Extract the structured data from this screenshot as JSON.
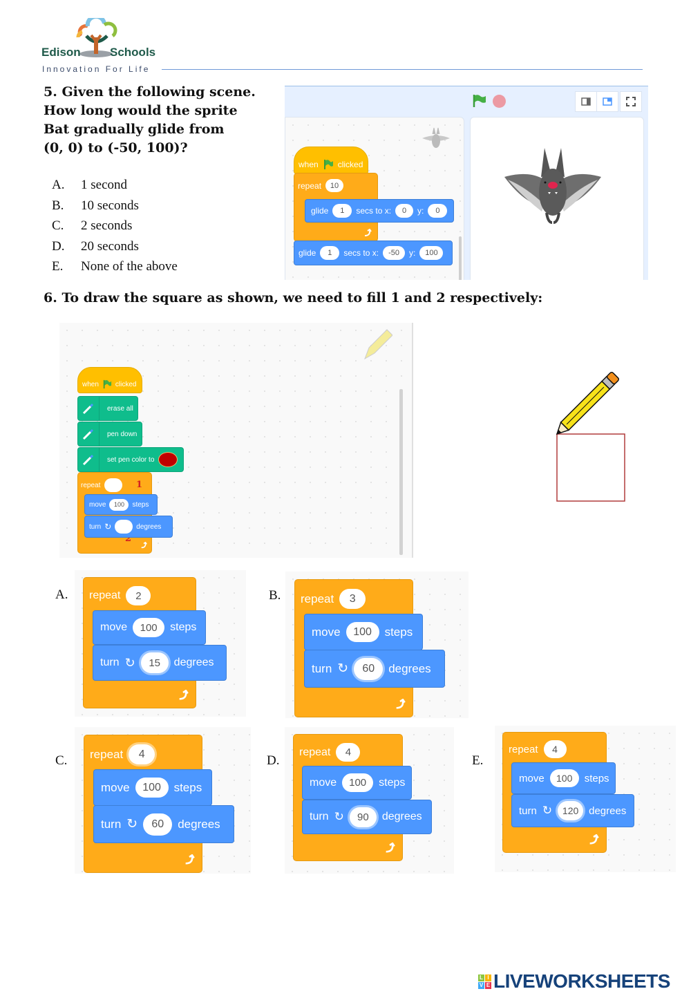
{
  "header": {
    "logo_left": "Edison",
    "logo_right": "Schools",
    "tagline": "Innovation For Life"
  },
  "q5": {
    "title_lines": [
      "5. Given the following scene.",
      "How long would the sprite",
      "Bat gradually glide from",
      "(0, 0) to (-50, 100)?"
    ],
    "options": [
      {
        "letter": "A.",
        "text": "1 second"
      },
      {
        "letter": "B.",
        "text": "10 seconds"
      },
      {
        "letter": "C.",
        "text": "2 seconds"
      },
      {
        "letter": "D.",
        "text": "20 seconds"
      },
      {
        "letter": "E.",
        "text": "None of the above"
      }
    ],
    "scene": {
      "hat": {
        "when": "when",
        "clicked": "clicked"
      },
      "repeat": {
        "label": "repeat",
        "value": "10"
      },
      "glide_inner": {
        "label": "glide",
        "secs": "1",
        "secs_to_x": "secs to x:",
        "x": "0",
        "y_label": "y:",
        "y": "0"
      },
      "glide_outer": {
        "label": "glide",
        "secs": "1",
        "secs_to_x": "secs to x:",
        "x": "-50",
        "y_label": "y:",
        "y": "100"
      },
      "sprite_name": "Bat"
    }
  },
  "q6": {
    "title": "6. To draw the square as shown, we need to fill 1 and 2 respectively:",
    "script": {
      "hat": {
        "when": "when",
        "clicked": "clicked"
      },
      "erase_all": "erase all",
      "pen_down": "pen down",
      "set_pen_color": "set pen color to",
      "pen_color": "#c00000",
      "repeat_label": "repeat",
      "repeat_value": "",
      "marker_1": "1",
      "move_label": "move",
      "move_value": "100",
      "steps_label": "steps",
      "turn_label": "turn",
      "turn_value": "",
      "degrees_label": "degrees",
      "marker_2": "2"
    },
    "answers": [
      {
        "letter": "A.",
        "repeat": "2",
        "move": "100",
        "turn": "15"
      },
      {
        "letter": "B.",
        "repeat": "3",
        "move": "100",
        "turn": "60"
      },
      {
        "letter": "C.",
        "repeat": "4",
        "move": "100",
        "turn": "60"
      },
      {
        "letter": "D.",
        "repeat": "4",
        "move": "100",
        "turn": "90"
      },
      {
        "letter": "E.",
        "repeat": "4",
        "move": "100",
        "turn": "120"
      }
    ],
    "labels": {
      "repeat": "repeat",
      "move": "move",
      "steps": "steps",
      "turn": "turn",
      "degrees": "degrees"
    }
  },
  "footer": {
    "brand": "LIVEWORKSHEETS",
    "badge": [
      "L",
      "I",
      "V",
      "E"
    ]
  }
}
